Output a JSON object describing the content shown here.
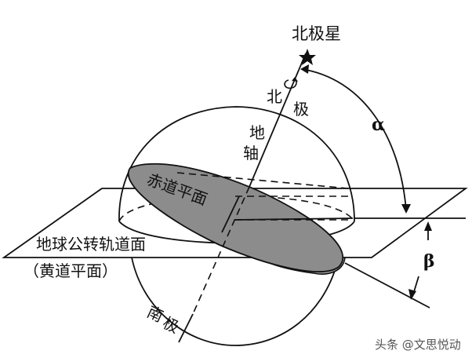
{
  "labels": {
    "north_star": "北极星",
    "north_pole_1": "北",
    "north_pole_2": "极",
    "axis_1": "地",
    "axis_2": "轴",
    "equator_plane": "赤道平面",
    "orbit_plane": "地球公转轨道面",
    "ecliptic_plane": "（黄道平面）",
    "south_pole_1": "南",
    "south_pole_2": "极",
    "alpha": "α",
    "beta": "β"
  },
  "watermark": "头条 @文思悦动",
  "colors": {
    "equator_fill": "#8c8c8c",
    "lower_ellipse_fill": "#9a9a9a",
    "line": "#111111"
  }
}
